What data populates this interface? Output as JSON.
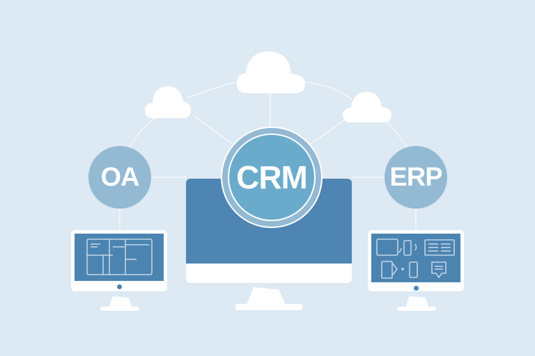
{
  "diagram": {
    "title": "CRM OA ERP cloud integration",
    "nodes": {
      "oa": {
        "label": "OA"
      },
      "crm": {
        "label": "CRM"
      },
      "erp": {
        "label": "ERP"
      }
    },
    "clouds": [
      "cloud-left",
      "cloud-center",
      "cloud-right"
    ],
    "devices": [
      "oa-monitor",
      "crm-monitor",
      "erp-monitor"
    ],
    "colors": {
      "background": "#dde9f3",
      "node": "#93b9d3",
      "crm_inner": "#6aabcc",
      "screen": "#4c84b1",
      "line": "#ffffff"
    }
  }
}
